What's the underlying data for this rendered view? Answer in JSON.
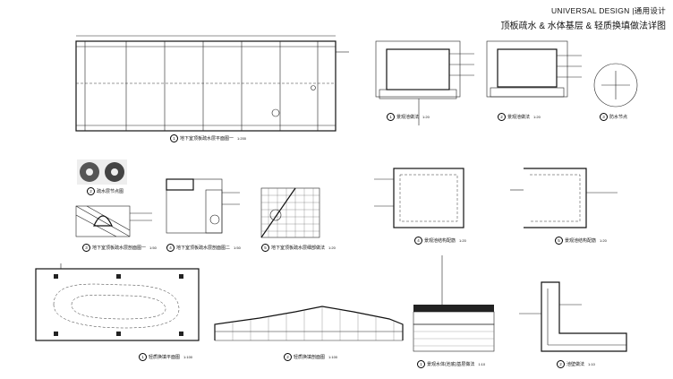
{
  "header": {
    "brand": "UNIVERSAL DESIGN",
    "separator": "|",
    "tag": "通用设计",
    "title": "顶板疏水 & 水体基层 & 轻质换填做法详图"
  },
  "captions": [
    {
      "id": "c1",
      "num": "1",
      "text": "地下室顶板疏水层平面图一",
      "scale": "1:200"
    },
    {
      "id": "c2",
      "num": "2",
      "text": "疏水层节点图",
      "scale": ""
    },
    {
      "id": "c3",
      "num": "3",
      "text": "地下室顶板疏水层剖面图一",
      "scale": "1:50"
    },
    {
      "id": "c4",
      "num": "4",
      "text": "地下室顶板疏水层剖面图二",
      "scale": "1:50"
    },
    {
      "id": "c5",
      "num": "5",
      "text": "地下室顶板疏水层细部做法",
      "scale": "1:20"
    },
    {
      "id": "c6",
      "num": "1",
      "text": "景观池做法",
      "scale": "1:20"
    },
    {
      "id": "c7",
      "num": "2",
      "text": "景观池做法",
      "scale": "1:20"
    },
    {
      "id": "c8",
      "num": "3",
      "text": "防水节点",
      "scale": ""
    },
    {
      "id": "c9",
      "num": "4",
      "text": "景观池结构配筋",
      "scale": "1:20"
    },
    {
      "id": "c10",
      "num": "5",
      "text": "景观池结构配筋",
      "scale": "1:20"
    },
    {
      "id": "c11",
      "num": "1",
      "text": "轻质换填平面图",
      "scale": "1:100"
    },
    {
      "id": "c12",
      "num": "2",
      "text": "轻质换填剖面图",
      "scale": "1:100"
    },
    {
      "id": "c13",
      "num": "1",
      "text": "景观水体(池底)基层做法",
      "scale": "1:10"
    },
    {
      "id": "c14",
      "num": "2",
      "text": "池壁做法",
      "scale": "1:10"
    }
  ]
}
